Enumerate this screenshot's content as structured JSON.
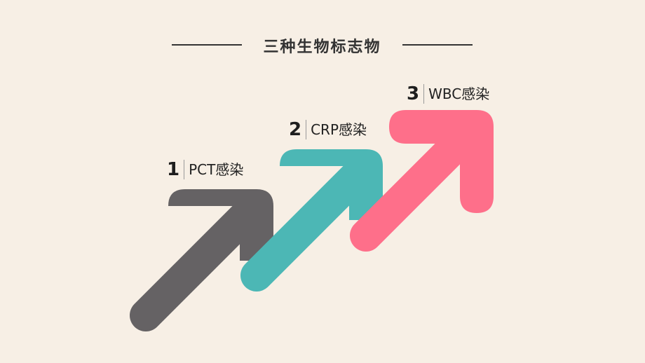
{
  "title": "三种生物标志物",
  "steps": [
    {
      "number": "1",
      "label": "PCT感染",
      "color": "#656264"
    },
    {
      "number": "2",
      "label": "CRP感染",
      "color": "#4cb7b5"
    },
    {
      "number": "3",
      "label": "WBC感染",
      "color": "#fe6f8a"
    }
  ]
}
